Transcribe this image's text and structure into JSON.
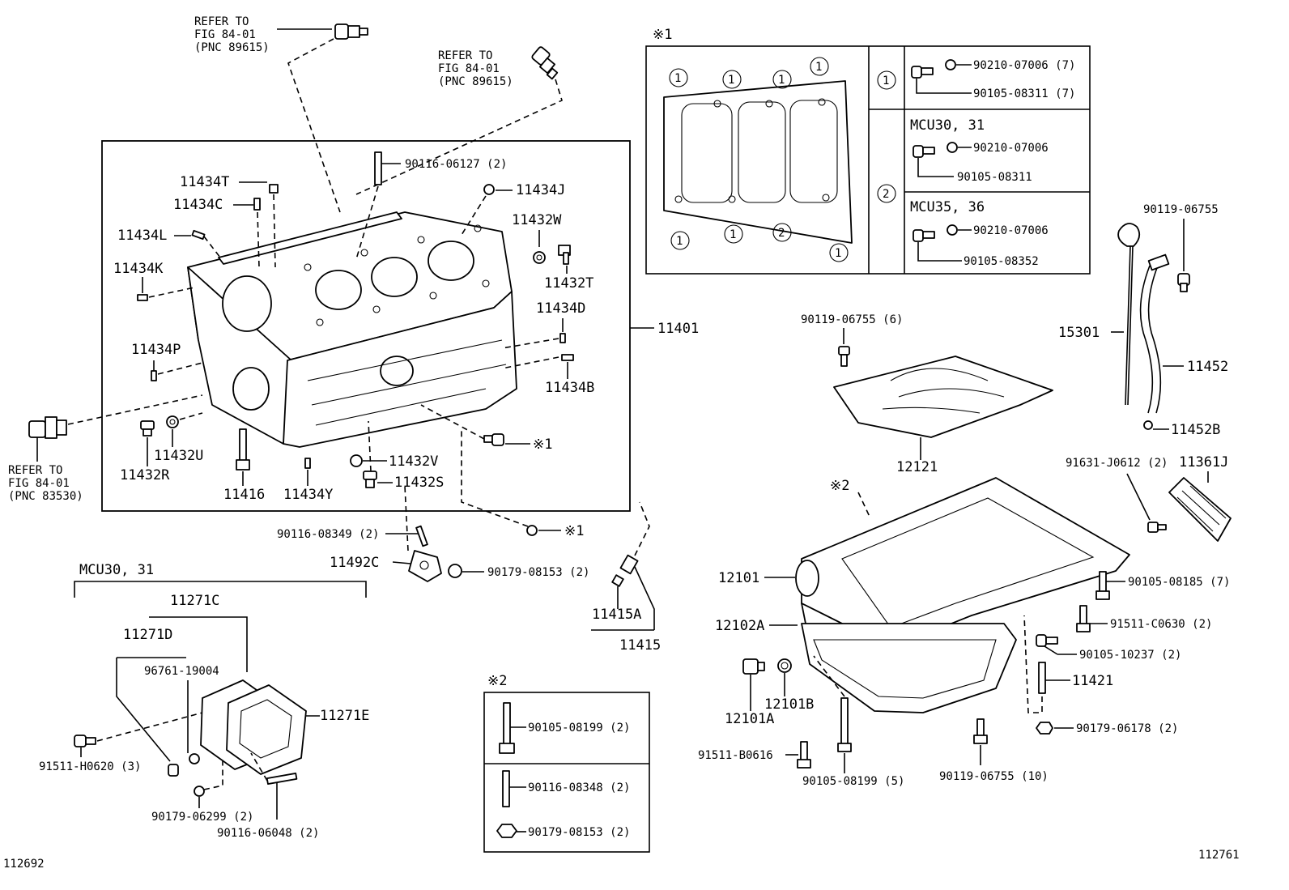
{
  "refer": [
    {
      "l1": "REFER TO",
      "l2": "FIG 84-01",
      "l3": "(PNC 89615)"
    },
    {
      "l1": "REFER TO",
      "l2": "FIG 84-01",
      "l3": "(PNC 89615)"
    },
    {
      "l1": "REFER TO",
      "l2": "FIG 84-01",
      "l3": "(PNC 83530)"
    }
  ],
  "block_labels": {
    "l_90116_06127": "90116-06127 (2)",
    "l_11434T": "11434T",
    "l_11434C": "11434C",
    "l_11434J": "11434J",
    "l_11432W": "11432W",
    "l_11434L": "11434L",
    "l_11434K": "11434K",
    "l_11432T": "11432T",
    "l_11434D": "11434D",
    "l_11401": "11401",
    "l_11434P": "11434P",
    "l_11434B": "11434B",
    "l_note1a": "※1",
    "l_11432U": "11432U",
    "l_11432R": "11432R",
    "l_11432V": "11432V",
    "l_11432S": "11432S",
    "l_11416": "11416",
    "l_11434Y": "11434Y",
    "l_note1b": "※1"
  },
  "mid_labels": {
    "l_90116_08349": "90116-08349 (2)",
    "l_11492C": "11492C",
    "l_90179_08153a": "90179-08153 (2)",
    "l_11415A": "11415A",
    "l_11415": "11415"
  },
  "mcu_box": {
    "title": "MCU30, 31",
    "l_11271C": "11271C",
    "l_11271D": "11271D",
    "l_96761": "96761-19004",
    "l_11271E": "11271E",
    "l_91511_H0620": "91511-H0620 (3)",
    "l_90179_06299": "90179-06299 (2)",
    "l_90116_06048": "90116-06048 (2)"
  },
  "note2_box": {
    "title": "※2",
    "r1": "90105-08199 (2)",
    "r2": "90116-08348 (2)",
    "r3": "90179-08153 (2)"
  },
  "note1_box": {
    "title": "※1",
    "c1": "1",
    "c2": "2",
    "r1a": "90210-07006 (7)",
    "r1b": "90105-08311 (7)",
    "m1": "MCU30, 31",
    "r2a": "90210-07006",
    "r2b": "90105-08311",
    "m2": "MCU35, 36",
    "r3a": "90210-07006",
    "r3b": "90105-08352"
  },
  "right_labels": {
    "l_90119_06755a": "90119-06755",
    "l_15301": "15301",
    "l_11452": "11452",
    "l_11452B": "11452B",
    "l_90119_06755b": "90119-06755 (6)",
    "l_12121": "12121",
    "l_note2": "※2",
    "l_91631": "91631-J0612 (2)",
    "l_11361J": "11361J",
    "l_12101": "12101",
    "l_90105_08185": "90105-08185 (7)",
    "l_12102A": "12102A",
    "l_91511_C0630": "91511-C0630 (2)",
    "l_90105_10237": "90105-10237 (2)",
    "l_11421": "11421",
    "l_12101B": "12101B",
    "l_12101A": "12101A",
    "l_90179_06178": "90179-06178 (2)",
    "l_91511_B0616": "91511-B0616",
    "l_90105_08199": "90105-08199 (5)",
    "l_90119_06755c": "90119-06755 (10)"
  },
  "corner": {
    "left": "112692",
    "right": "112761"
  }
}
